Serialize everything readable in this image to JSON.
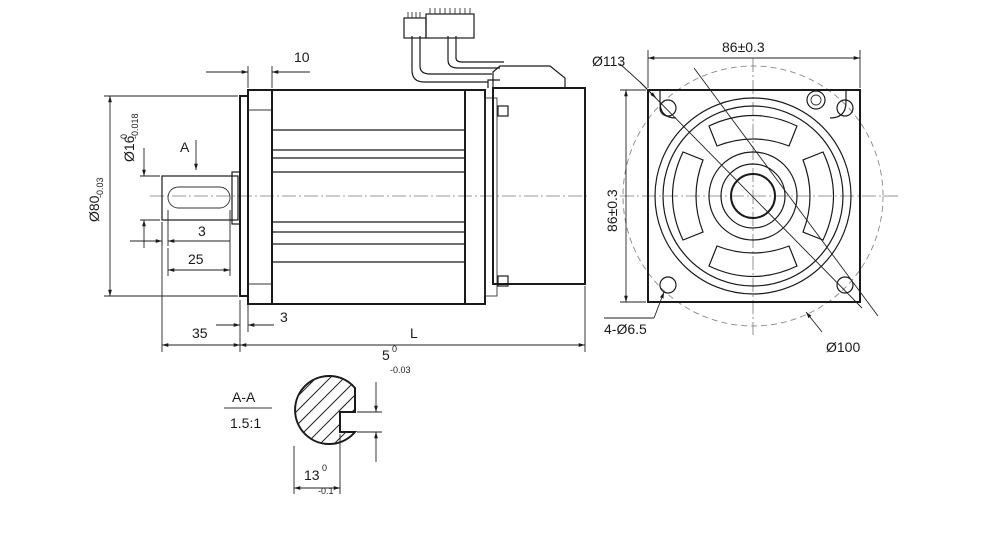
{
  "dimensions": {
    "flange_thickness": "10",
    "shaft_diameter_main": "Ø16",
    "shaft_diameter_sup": "0",
    "shaft_diameter_sub": "-0.018",
    "pilot_diameter_main": "Ø80",
    "pilot_diameter_sub": "-0.03",
    "section_mark": "A",
    "key_offset": "3",
    "key_length": "25",
    "shaft_length": "35",
    "pilot_depth": "3",
    "body_length": "L",
    "bolt_circle": "Ø113",
    "square_width": "86±0.3",
    "square_height": "86±0.3",
    "mount_holes": "4-Ø6.5",
    "spigot_circle": "Ø100"
  },
  "section": {
    "title": "A-A",
    "scale": "1.5:1",
    "keyway_width_main": "5",
    "keyway_width_sup": "0",
    "keyway_width_sub": "-0.03",
    "shaft_height_main": "13",
    "shaft_height_sup": "0",
    "shaft_height_sub": "-0.1"
  }
}
